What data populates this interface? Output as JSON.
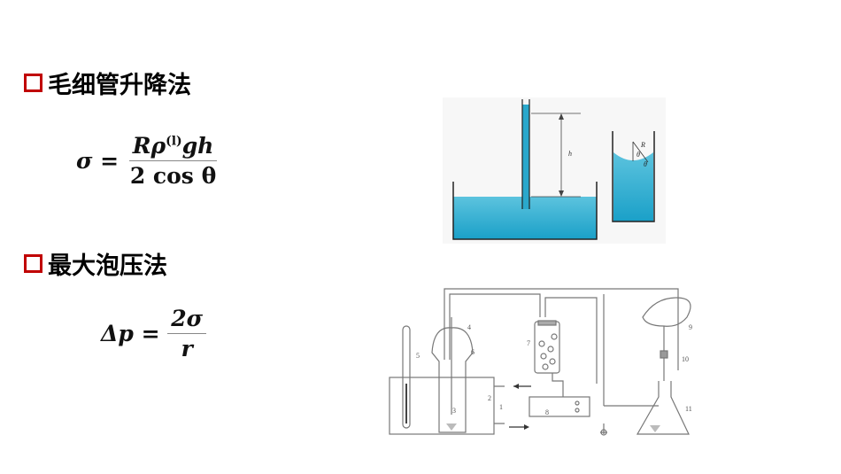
{
  "section1": {
    "title": "毛细管升降法",
    "formula": {
      "lhs": "σ =",
      "numerator_main": "Rρ",
      "numerator_sup": "(l)",
      "numerator_tail": "gh",
      "denominator": "2 cos θ"
    },
    "figure": {
      "label_h": "h",
      "label_R": "R",
      "label_theta1": "θ",
      "label_theta2": "θ",
      "liquid_color": "#2aa8cc"
    }
  },
  "section2": {
    "title": "最大泡压法",
    "formula": {
      "lhs": "Δp =",
      "numerator": "2σ",
      "denominator": "r"
    },
    "figure": {
      "labels": [
        "1",
        "2",
        "3",
        "4",
        "5",
        "6",
        "7",
        "8",
        "9",
        "10",
        "11"
      ]
    }
  },
  "colors": {
    "bullet_border": "#c00000"
  }
}
